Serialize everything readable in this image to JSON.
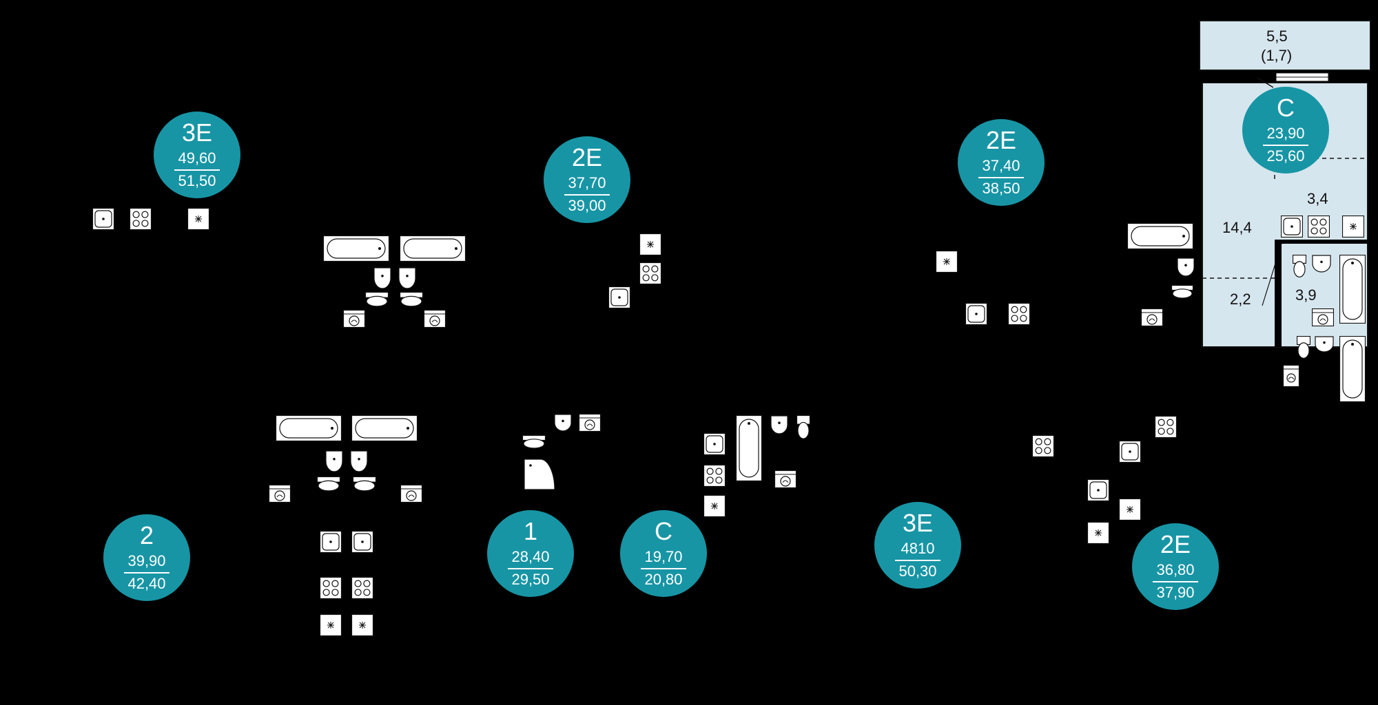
{
  "units": [
    {
      "type": "3E",
      "living": "49,60",
      "total": "51,50"
    },
    {
      "type": "2E",
      "living": "37,70",
      "total": "39,00"
    },
    {
      "type": "2E",
      "living": "37,40",
      "total": "38,50"
    },
    {
      "type": "C",
      "living": "23,90",
      "total": "25,60"
    },
    {
      "type": "2",
      "living": "39,90",
      "total": "42,40"
    },
    {
      "type": "1",
      "living": "28,40",
      "total": "29,50"
    },
    {
      "type": "C",
      "living": "19,70",
      "total": "20,80"
    },
    {
      "type": "3E",
      "living": "4810",
      "total": "50,30"
    },
    {
      "type": "2E",
      "living": "36,80",
      "total": "37,90"
    }
  ],
  "selected_unit": {
    "balcony_area": "5,5",
    "balcony_area_reduced": "(1,7)",
    "room_area": "14,4",
    "kitchen_area": "3,4",
    "hall_area": "2,2",
    "bathroom_area": "3,9"
  },
  "colors": {
    "background": "#000000",
    "badge": "#1795a5",
    "badge_text": "#ffffff",
    "selected_fill": "#d6e6ee",
    "fixture_fill": "#ffffff"
  },
  "icons": [
    "sink-icon",
    "stove-icon",
    "fan-icon",
    "bathtub-icon",
    "toilet-icon",
    "washbasin-icon",
    "washing-machine-icon",
    "shower-icon"
  ]
}
